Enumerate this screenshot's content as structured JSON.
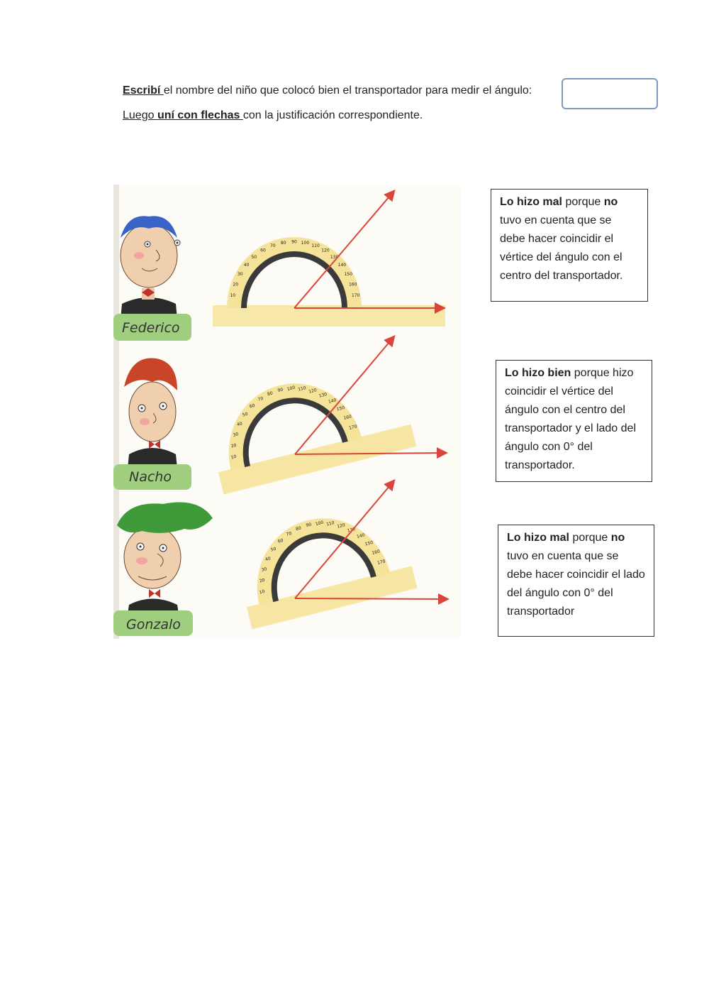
{
  "instructions": {
    "line1": {
      "verb": "Escribí ",
      "rest": "el nombre del niño que colocó  bien el transportador para medir el ángulo:"
    },
    "line2": {
      "word": "Luego ",
      "bold": "uní con flechas ",
      "rest": "con la justificación correspondiente."
    }
  },
  "answer_box": {
    "value": ""
  },
  "children": [
    {
      "name": "Federico",
      "hair_color": "#3a63c9"
    },
    {
      "name": "Nacho",
      "hair_color": "#c9452a"
    },
    {
      "name": "Gonzalo",
      "hair_color": "#3f9a3a"
    }
  ],
  "protractor_scale": [
    "10",
    "20",
    "30",
    "40",
    "50",
    "60",
    "70",
    "80",
    "90",
    "100",
    "110",
    "120",
    "130",
    "140",
    "150",
    "160",
    "170"
  ],
  "justifications": [
    {
      "b1": "Lo hizo mal",
      "t1": " porque ",
      "b2": "no",
      "t2": " tuvo en cuenta que se debe hacer coincidir el vértice del ángulo con el centro del transportador."
    },
    {
      "b1": "Lo hizo bien",
      "t1": " porque hizo coincidir el vértice del ángulo con el centro del transportador y el lado del ángulo con 0° del transportador.",
      "b2": "",
      "t2": ""
    },
    {
      "b1": "Lo hizo mal",
      "t1": " porque ",
      "b2": "no",
      "t2": " tuvo en cuenta que se debe hacer coincidir el lado del ángulo con 0° del transportador"
    }
  ],
  "colors": {
    "ray": "#d9443b",
    "protractor_fill": "#f6e39a",
    "protractor_band": "#3a3a3a",
    "label_bg": "#9fce7f",
    "box_border": "#7e9bbf"
  }
}
